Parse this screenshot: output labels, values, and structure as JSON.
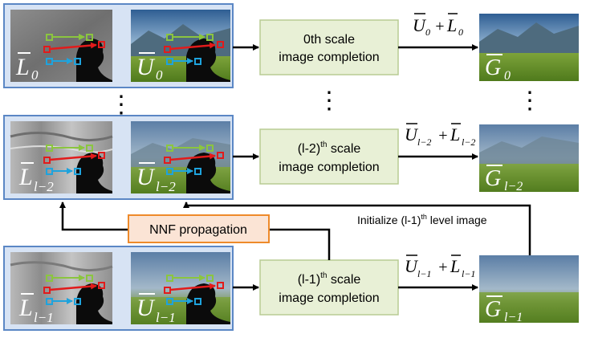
{
  "colors": {
    "group_border": "#5b87c5",
    "group_fill": "#d7e3f4",
    "completion_fill": "#e8f0d6",
    "completion_border": "#b8cc94",
    "nnf_fill": "#fbe4d5",
    "nnf_border": "#ee8a2a",
    "arrow_green": "#8bc53f",
    "arrow_red": "#e21b1b",
    "arrow_blue": "#1ea3dd"
  },
  "completion": {
    "top": {
      "line1": "0th scale",
      "line2": "image completion"
    },
    "mid": {
      "line1_pre": "(l-2)",
      "line1_sup": "th",
      "line1_post": " scale",
      "line2": "image completion"
    },
    "bot": {
      "line1_pre": "(l-1)",
      "line1_sup": "th",
      "line1_post": " scale",
      "line2": "image completion"
    }
  },
  "nnf": {
    "label": "NNF propagation"
  },
  "init": {
    "pre": "Initialize (l-1)",
    "sup": "th",
    "post": " level image"
  },
  "ellipsis": {
    "dots": "⋮"
  },
  "symbols": {
    "L": "L",
    "U": "U",
    "G": "G",
    "plus": "+",
    "sub0": "0",
    "subl2": "l−2",
    "subl1": "l−1"
  }
}
